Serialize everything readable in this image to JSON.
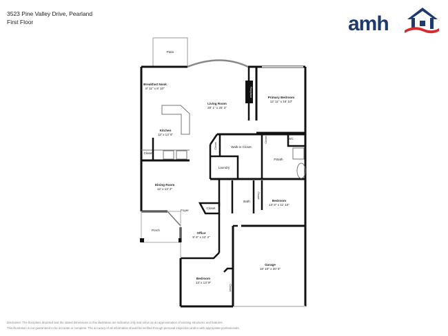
{
  "header": {
    "address": "3523 Pine Valley Drive, Pearland",
    "floor": "First Floor"
  },
  "logo": {
    "text": "amh",
    "icon": "house-outline-icon",
    "colors": {
      "blue": "#1f3a6e",
      "red": "#d42b2b"
    }
  },
  "rooms": [
    {
      "name": "Patio",
      "dims": ""
    },
    {
      "name": "Breakfast Nook",
      "dims": "8' 11\" x 8' 10\""
    },
    {
      "name": "Living Room",
      "dims": "20' 1\" x 25' 3\""
    },
    {
      "name": "Fireplace",
      "dims": ""
    },
    {
      "name": "Primary Bedroom",
      "dims": "12' 11\" x 16' 10\""
    },
    {
      "name": "Kitchen",
      "dims": "12' x 13' 6\""
    },
    {
      "name": "Closet",
      "dims": ""
    },
    {
      "name": "Walk-in Closet",
      "dims": ""
    },
    {
      "name": "WC",
      "dims": ""
    },
    {
      "name": "P.Bath",
      "dims": ""
    },
    {
      "name": "Laundry",
      "dims": ""
    },
    {
      "name": "Dining Room",
      "dims": "12' x 13' 2\""
    },
    {
      "name": "Bedroom",
      "dims": "13' 8\" x 11' 10\""
    },
    {
      "name": "Bath",
      "dims": ""
    },
    {
      "name": "Foyer",
      "dims": ""
    },
    {
      "name": "Porch",
      "dims": ""
    },
    {
      "name": "Office",
      "dims": "9' 6\" x 12' 4\""
    },
    {
      "name": "Garage",
      "dims": "18' 10\" x 20' 5\""
    },
    {
      "name": "Bedroom",
      "dims": "13' x 13' 9\""
    }
  ],
  "labels": {
    "closet": "Closet"
  },
  "disclaimer": {
    "line1": "Disclaimer: The floorplans depicted and the stated dimensions in this illustration are indicative only and serve as an approximation of existing structures and features.",
    "line2": "This illustration is not guaranteed to be accurate or complete. The accuracy of all information should be verified through personal inspection and/or with appropriate professionals."
  }
}
